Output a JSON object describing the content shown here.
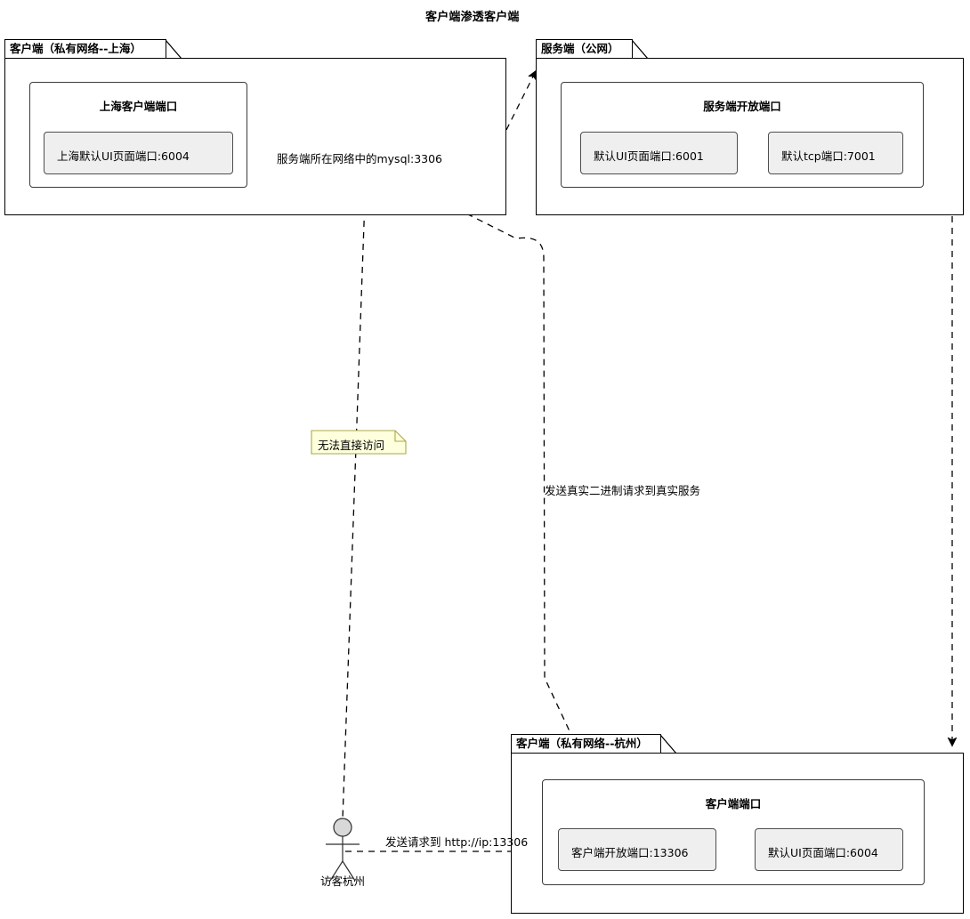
{
  "diagram": {
    "title": "客户端渗透客户端",
    "type": "uml-deployment-diagram"
  },
  "packages": [
    {
      "id": "client-shanghai",
      "label": "客户端（私有网络--上海）"
    },
    {
      "id": "server-public",
      "label": "服务端（公网）"
    },
    {
      "id": "client-hangzhou",
      "label": "客户端（私有网络--杭州）"
    }
  ],
  "components": {
    "shanghai_group_title": "上海客户端端口",
    "shanghai_ui_port": "上海默认UI页面端口:6004",
    "server_group_title": "服务端开放端口",
    "server_ui_port": "默认UI页面端口:6001",
    "server_tcp_port": "默认tcp端口:7001",
    "hangzhou_group_title": "客户端端口",
    "hangzhou_open_port": "客户端开放端口:13306",
    "hangzhou_ui_port": "默认UI页面端口:6004"
  },
  "database": {
    "label": "服务端所在网络中的mysql:3306"
  },
  "note": {
    "label": "无法直接访问"
  },
  "actor": {
    "label": "访客杭州"
  },
  "edges": [
    {
      "id": "shanghai-to-server",
      "label": "",
      "style": "dashed-arrow"
    },
    {
      "id": "server-to-mysql",
      "label": "发送真实二进制请求到真实服务",
      "style": "dashed-arrow"
    },
    {
      "id": "server-to-hangzhou",
      "label": "",
      "style": "dashed-arrow"
    },
    {
      "id": "mysql-to-actor",
      "label": "无法直接访问",
      "style": "dashed"
    },
    {
      "id": "actor-to-hangzhou-port",
      "label": "发送请求到 http://ip:13306",
      "style": "dashed-arrow"
    }
  ],
  "edge_labels": {
    "binary_request": "发送真实二进制请求到真实服务",
    "http_request": "发送请求到 http://ip:13306"
  },
  "colors": {
    "stroke": "#000000",
    "component_fill": "#efefef",
    "note_fill": "#feffdd",
    "note_stroke": "#a9a948",
    "db_fill": "#ededed",
    "actor_head_fill": "#d8d8d8",
    "background": "#ffffff"
  }
}
